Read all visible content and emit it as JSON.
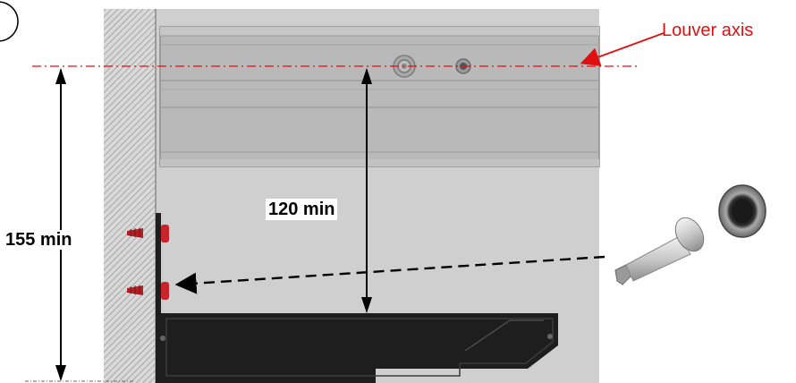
{
  "labels": {
    "total_height": "155 min",
    "axis_clearance": "120 min",
    "louver_axis": "Louver axis"
  },
  "colors": {
    "axis_line": "#e01010",
    "wall_hatch": "#b5b5b5",
    "background_panel": "#cfcfcf",
    "louver_profile": "#b8b8b8",
    "bracket": "#1e1e1e",
    "screw_head": "#c8242c"
  }
}
